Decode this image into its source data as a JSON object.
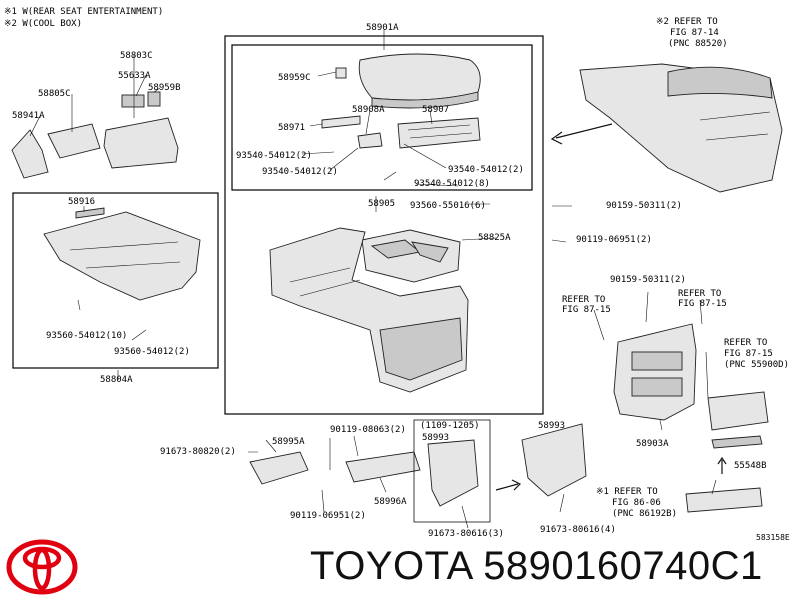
{
  "notes": {
    "note1": "※1 W(REAR SEAT ENTERTAINMENT)",
    "note2": "※2 W(COOL BOX)"
  },
  "labels": {
    "p58901A": "58901A",
    "p58959C": "58959C",
    "p58971": "58971",
    "p58908A": "58908A",
    "p58907": "58907",
    "b93540_1": "93540-54012(2)",
    "b93540_2": "93540-54012(2)",
    "b93540_3": "93540-54012(2)",
    "b93540_4": "93540-54012(8)",
    "p58905": "58905",
    "b93560_6": "93560-55016(6)",
    "p58803C": "58803C",
    "p55633A": "55633A",
    "p58959B": "58959B",
    "p58805C": "58805C",
    "p58941A": "58941A",
    "p58916": "58916",
    "b93560_10": "93560-54012(10)",
    "b93560_2": "93560-54012(2)",
    "p58804A": "58804A",
    "p58825A": "58825A",
    "b90159_1": "90159-50311(2)",
    "b90119_1": "90119-06951(2)",
    "b90159_2": "90159-50311(2)",
    "b91673_1": "91673-80820(2)",
    "p58995A": "58995A",
    "b90119_08063": "90119-08063(2)",
    "date_range": "(1109-1205)",
    "p58993_left": "58993",
    "p58993_right": "58993",
    "p58996A": "58996A",
    "b90119_2": "90119-06951(2)",
    "b91673_3": "91673-80616(3)",
    "b91673_4": "91673-80616(4)",
    "p58903A": "58903A",
    "p55548B": "55548B",
    "figure_code": "583158E"
  },
  "refs": {
    "top_right": [
      "※2 REFER TO",
      "FIG 87-14",
      "(PNC 88520)"
    ],
    "mid_a": [
      "REFER TO",
      "FIG 87-15"
    ],
    "mid_b": [
      "REFER TO",
      "FIG 87-15"
    ],
    "mid_c": [
      "REFER TO",
      "FIG 87-15",
      "(PNC 55900D)"
    ],
    "bottom": [
      "※1 REFER TO",
      "FIG 86-06",
      "(PNC 86192B)"
    ]
  },
  "brand": {
    "name": "TOYOTA",
    "part_number": "5890160740C1"
  },
  "colors": {
    "logo_red": "#e0000f",
    "line": "#000000"
  }
}
